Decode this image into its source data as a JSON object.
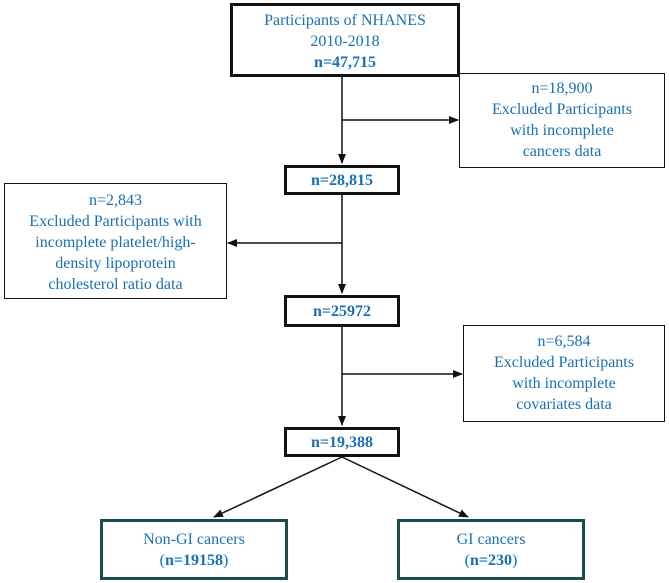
{
  "flowchart": {
    "start": {
      "line1": "Participants of NHANES",
      "line2": "2010-2018",
      "count": "n=47,715"
    },
    "exclusion1": {
      "count": "n=18,900",
      "line1": "Excluded Participants",
      "line2": "with incomplete",
      "line3": "cancers data"
    },
    "step1": {
      "count": "n=28,815"
    },
    "exclusion2": {
      "count": "n=2,843",
      "line1": "Excluded Participants with",
      "line2": "incomplete platelet/high-",
      "line3": "density lipoprotein",
      "line4": "cholesterol ratio data"
    },
    "step2": {
      "count": "n=25972"
    },
    "exclusion3": {
      "count": "n=6,584",
      "line1": "Excluded Participants",
      "line2": "with incomplete",
      "line3": "covariates data"
    },
    "step3": {
      "count": "n=19,388"
    },
    "group_nongi": {
      "label": "Non-GI cancers",
      "paren_open": "(",
      "count": "n=19158",
      "paren_close": ")"
    },
    "group_gi": {
      "label": "GI cancers",
      "paren_open": "(",
      "count": "n=230",
      "paren_close": ")"
    }
  },
  "colors": {
    "text": "#1a6fb5",
    "border": "#111111",
    "group_border": "#1d4c4c"
  }
}
